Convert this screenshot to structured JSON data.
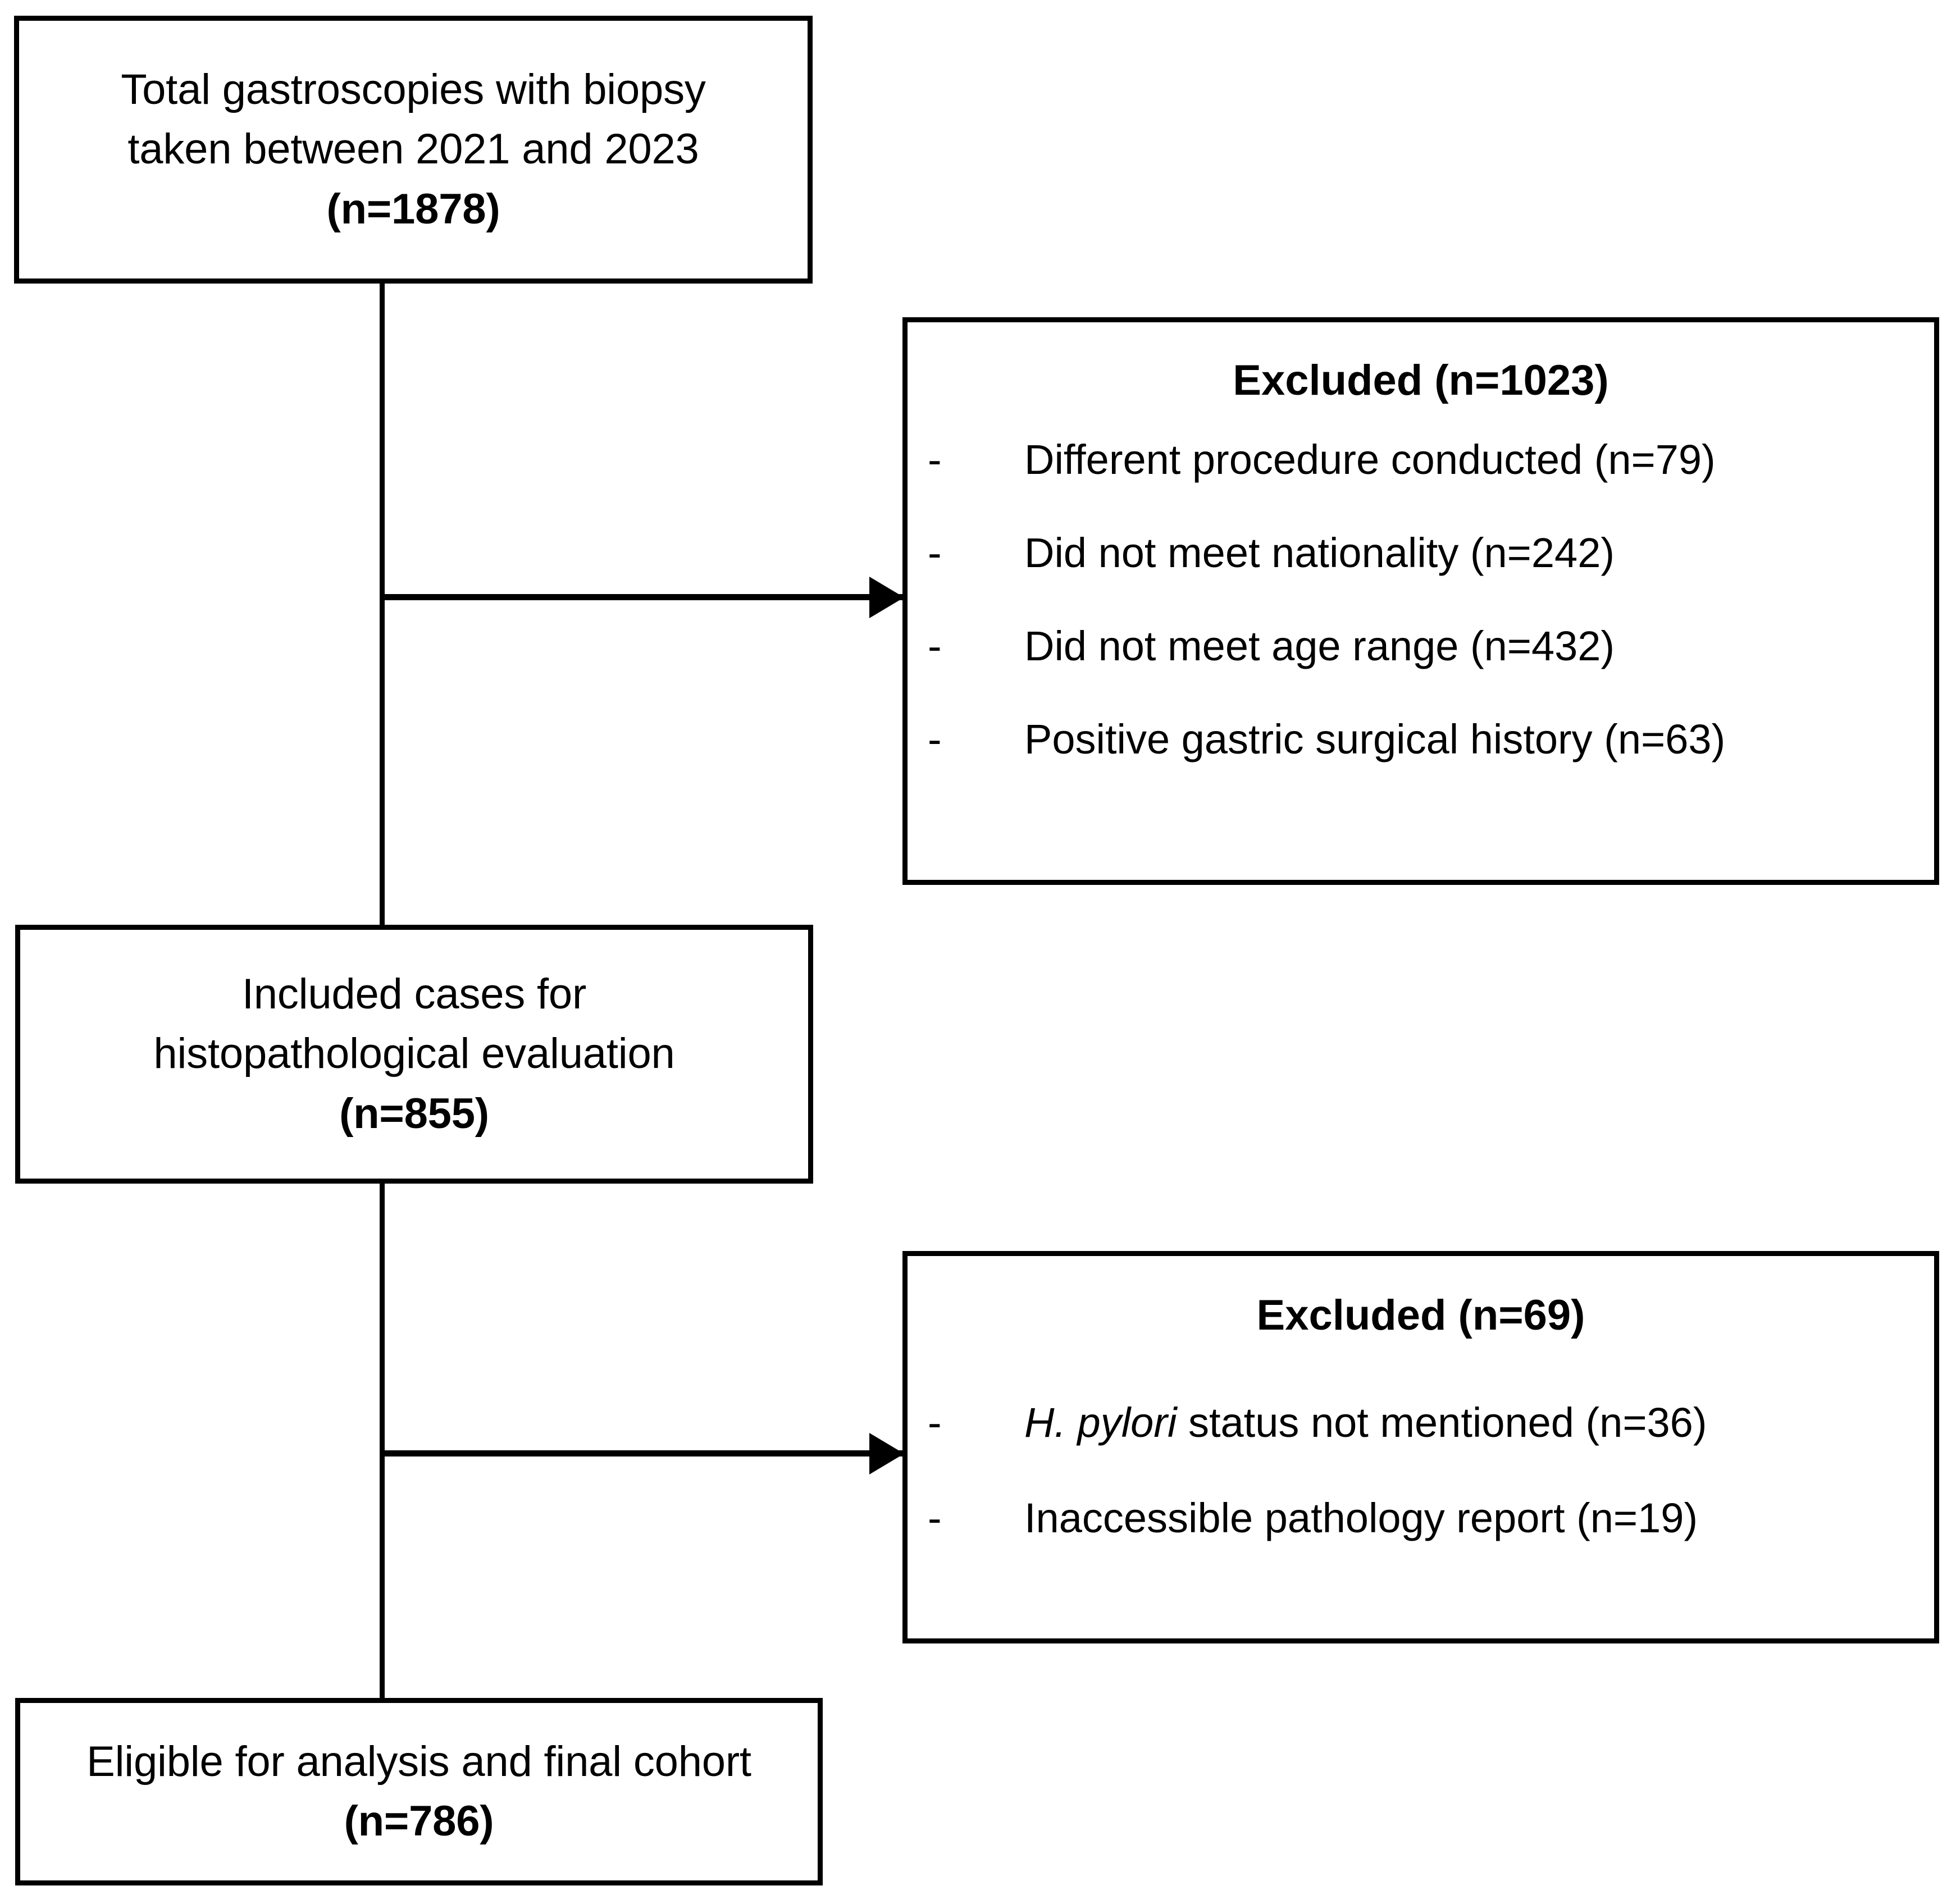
{
  "diagram": {
    "type": "study-flow-diagram",
    "colors": {
      "line": "#000000",
      "background": "#ffffff",
      "text": "#000000"
    },
    "nodes": [
      {
        "id": "total-gastroscopies",
        "lines": [
          "Total gastroscopies with biopsy",
          "taken between 2021 and 2023"
        ],
        "count_label": "(n=1878)",
        "count": 1878
      },
      {
        "id": "included-cases",
        "lines": [
          "Included cases for",
          "histopathological evaluation"
        ],
        "count_label": "(n=855)",
        "count": 855
      },
      {
        "id": "eligible-final-cohort",
        "lines": [
          "Eligible for analysis and final cohort"
        ],
        "count_label": "(n=786)",
        "count": 786
      }
    ],
    "exclusions": [
      {
        "id": "excluded-1",
        "title": "Excluded (n=1023)",
        "count": 1023,
        "bullet": "-",
        "items": [
          {
            "text": "Different procedure conducted (n=79)",
            "count": 79,
            "italic_prefix": ""
          },
          {
            "text": "Did not meet nationality (n=242)",
            "count": 242,
            "italic_prefix": ""
          },
          {
            "text": "Did not meet age range (n=432)",
            "count": 432,
            "italic_prefix": ""
          },
          {
            "text": "Positive gastric surgical history (n=63)",
            "count": 63,
            "italic_prefix": ""
          }
        ]
      },
      {
        "id": "excluded-2",
        "title": "Excluded (n=69)",
        "count": 69,
        "bullet": "-",
        "items": [
          {
            "text": " status not mentioned (n=36)",
            "count": 36,
            "italic_prefix": "H. pylori"
          },
          {
            "text": "Inaccessible pathology report (n=19)",
            "count": 19,
            "italic_prefix": ""
          }
        ]
      }
    ]
  }
}
